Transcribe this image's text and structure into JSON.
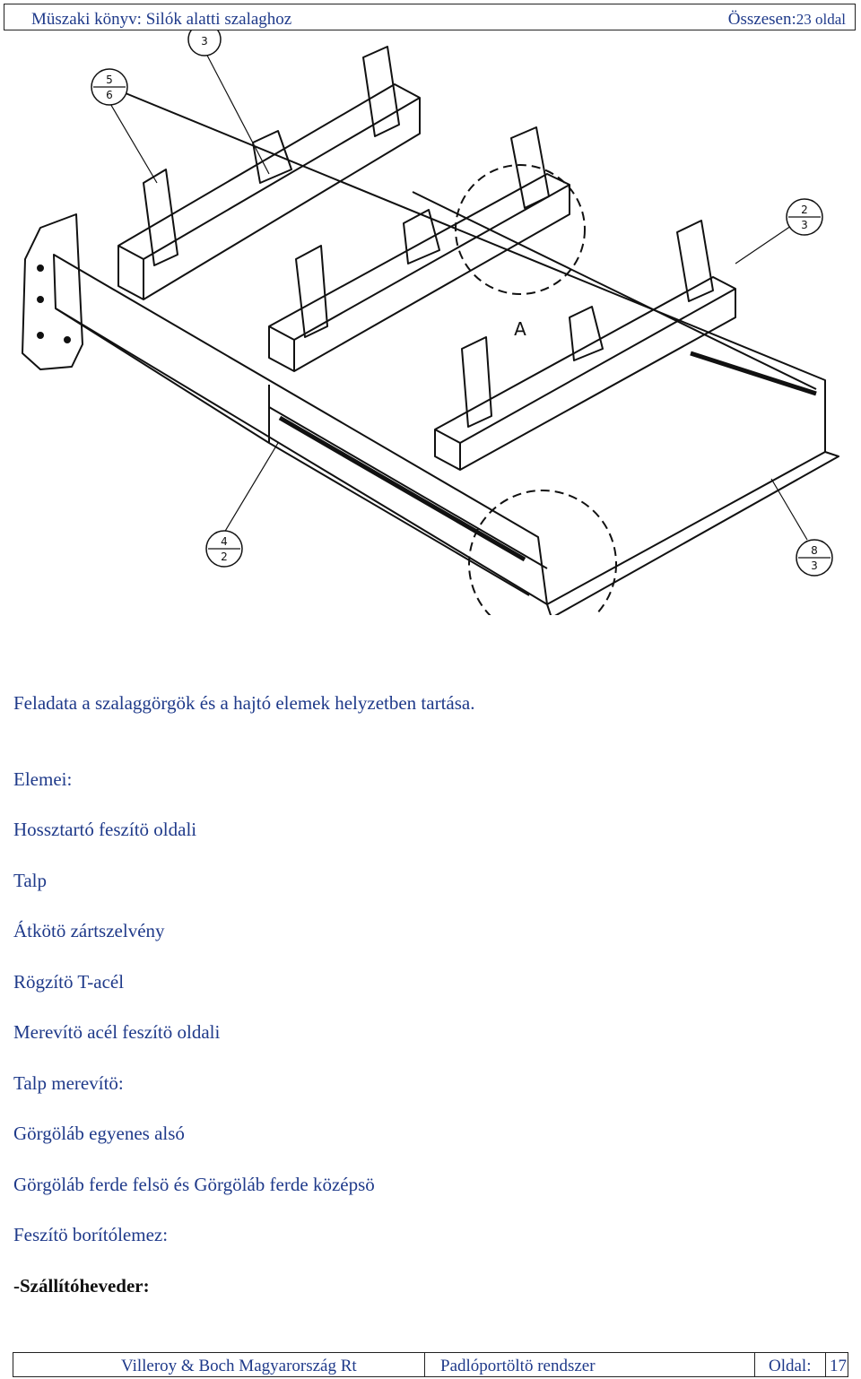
{
  "header": {
    "title": "Müszaki könyv: Silók alatti szalaghoz",
    "total_label": "Összesen:",
    "total_value": "23 oldal"
  },
  "drawing": {
    "callouts": [
      {
        "top": "3",
        "bottom": ""
      },
      {
        "top": "5",
        "bottom": "6"
      },
      {
        "top": "2",
        "bottom": "3"
      },
      {
        "top": "4",
        "bottom": "2"
      },
      {
        "top": "8",
        "bottom": "3"
      }
    ],
    "detail_label": "A"
  },
  "body": {
    "purpose": "Feladata a szalaggörgök és a hajtó elemek helyzetben tartása.",
    "elements_title": "Elemei:",
    "items": [
      "Hossztartó feszítö oldali",
      "Talp",
      "Átkötö zártszelvény",
      "Rögzítö T-acél",
      "Merevítö acél feszítö oldali",
      "Talp merevítö:",
      "Görgöláb egyenes alsó",
      "Görgöláb ferde felsö és Görgöláb ferde középsö",
      "Feszítö borítólemez:"
    ],
    "last_item": "-Szállítóheveder:"
  },
  "footer": {
    "company": "Villeroy & Boch Magyarország Rt",
    "system": "Padlóportöltö rendszer",
    "page_label": "Oldal:",
    "page_number": "17"
  }
}
